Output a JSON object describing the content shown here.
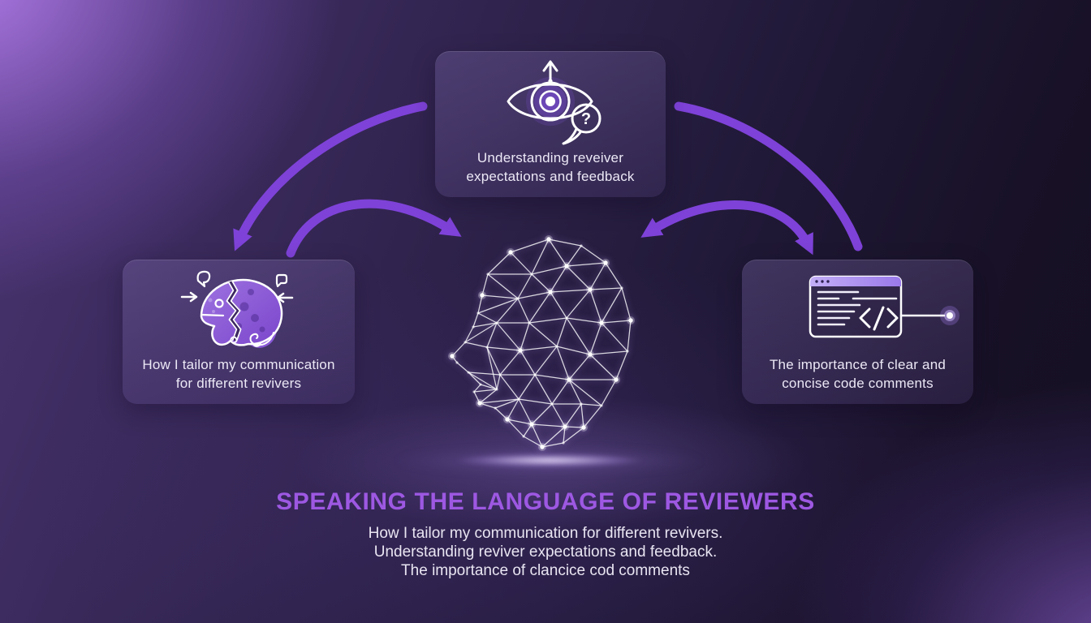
{
  "cards": {
    "top": {
      "icon": "eye-question-icon",
      "lines": [
        "Understanding reveiver",
        "expectations and feedback"
      ]
    },
    "left": {
      "icon": "chameleon-icon",
      "lines": [
        "How I tailor my communication",
        "for different revivers"
      ]
    },
    "right": {
      "icon": "code-window-icon",
      "lines": [
        "The importance of clear and",
        "concise code comments"
      ]
    }
  },
  "footer": {
    "title": "SPEAKING THE LANGUAGE OF REVIEWERS",
    "lines": [
      "How I tailor my communication for different revivers.",
      "Understanding reviver expectations and feedback.",
      "The importance of clancice cod comments"
    ]
  },
  "icons": {
    "question_mark": "?"
  },
  "colors": {
    "arrow": "#7e42d8",
    "title": "#9d58e2",
    "card_text": "#ece8f6",
    "icon_stroke": "#ffffff",
    "chameleon_fill": "#8a5ad8",
    "browser_bar": "#b9a1f0",
    "glow_dot": "#ffffff"
  }
}
